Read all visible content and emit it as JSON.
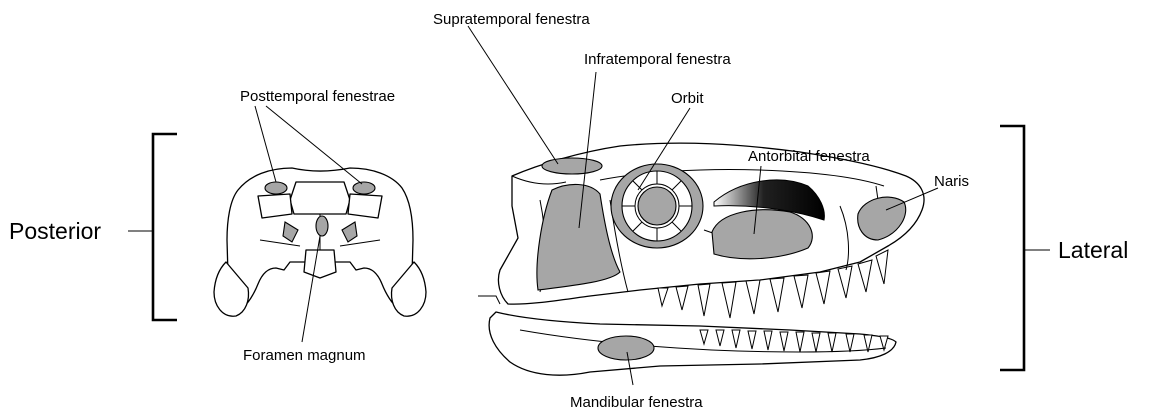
{
  "labels": {
    "supratemporal": "Supratemporal fenestra",
    "infratemporal": "Infratemporal fenestra",
    "orbit": "Orbit",
    "antorbital": "Antorbital fenestra",
    "naris": "Naris",
    "posttemporal": "Posttemporal fenestrae",
    "foramen": "Foramen magnum",
    "mandibular": "Mandibular fenestra",
    "posterior": "Posterior",
    "lateral": "Lateral"
  },
  "colors": {
    "opening_fill": "#a6a6a6",
    "bone_fill": "#ffffff",
    "outline": "#000000"
  }
}
